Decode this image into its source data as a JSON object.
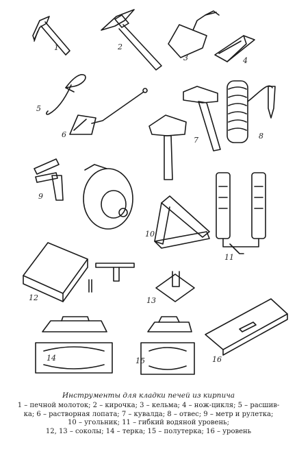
{
  "figure": {
    "labels": [
      "1",
      "2",
      "3",
      "4",
      "5",
      "6",
      "7",
      "8",
      "9",
      "10",
      "11",
      "12",
      "13",
      "14",
      "15",
      "16"
    ]
  },
  "caption": {
    "title": "Инструменты для кладки печей из кирпича",
    "lines": [
      "1 – печной молоток; 2 – кирочка; 3 – кельма; 4 – нож-цикля; 5 – расшив-",
      "ка; 6 – растворная лопата; 7 – кувалда; 8 – отвес; 9 – метр и рулетка;",
      "10 – угольник; 11 – гибкий водяной уровень;",
      "12, 13 – соколы; 14 – терка; 15 – полутерка; 16 – уровень"
    ]
  }
}
